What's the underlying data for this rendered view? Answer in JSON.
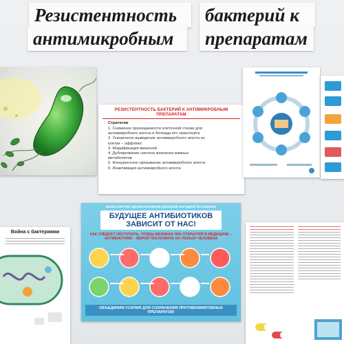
{
  "title": {
    "line1_left": "Резистентность",
    "line1_right": "бактерий к",
    "line2_left": "антимикробным",
    "line2_right": "препаратам"
  },
  "strategies_card": {
    "heading": "РЕЗИСТЕНТНОСТЬ БАКТЕРИЙ К АНТИМИКРОБНЫМ ПРЕПАРАТАМ",
    "subheading": "Стратегии",
    "items": [
      "1. Снижение проницаемости клеточной стенки для\nантимикробного агента и блокада его транспорта",
      "2. Ускоренное выведение антимикробного агента из\nклетки – эффлюкс",
      "3. Модификация мишеней",
      "4. Дублирование синтеза жизненно важных\nметаболитов",
      "5. Конкурентное связывание антимикробного агента",
      "6. Инактивация антимикробного агента"
    ]
  },
  "poster": {
    "top_text": "МИНИСТЕРСТВО ЗДРАВООХРАНЕНИЯ ДОНЕЦКОЙ НАРОДНОЙ РЕСПУБЛИКИ",
    "title_line1": "БУДУЩЕЕ АНТИБИОТИКОВ",
    "title_line2": "ЗАВИСИТ ОТ НАС!",
    "question": "КАК СЛЕДУЕТ ПОСТУПАТЬ, ЧТОБЫ ВЕЛИКАЯ ЭРА ОТКРЫТИЙ В МЕДИЦИНЕ – АНТИБИОТИКИ – ВЕРОЙ ПОСЛУЖИЛА НА ПОЛЬЗУ ЧЕЛОВЕКА",
    "bottom": "ОБЪЕДИНИМ УСИЛИЯ ДЛЯ СОХРАНЕНИЯ ПРОТИВОМИКРОБНЫХ ПРЕПАРАТОВ!"
  },
  "war_poster": {
    "title": "Война с бактериями"
  },
  "colors": {
    "accent_red": "#d32027",
    "poster_blue": "#5fc1e0",
    "bacterium_green": "#3aa83a"
  }
}
